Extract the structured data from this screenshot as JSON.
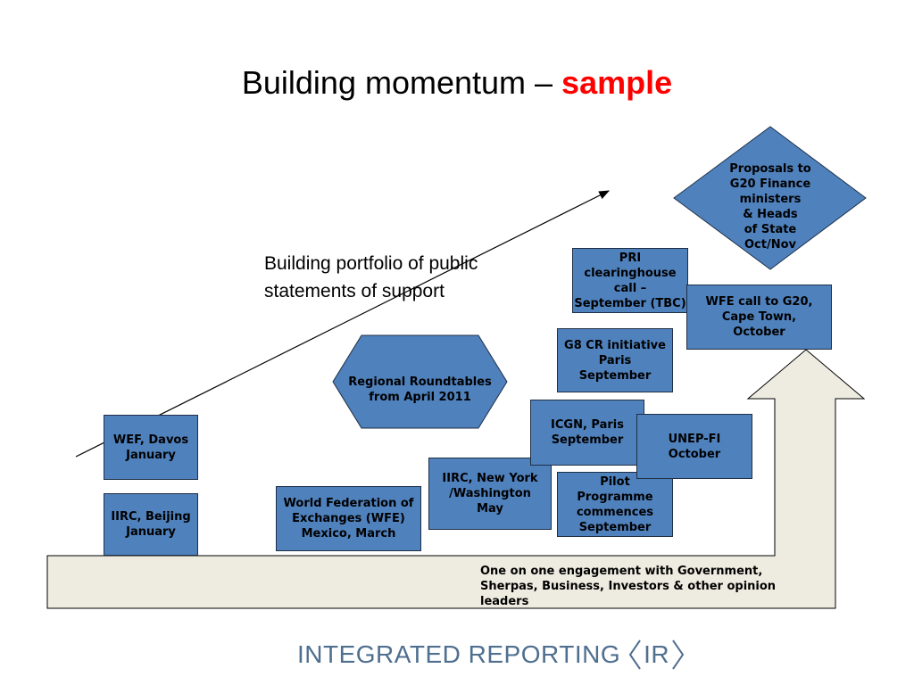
{
  "slide": {
    "title_main": "Building momentum – ",
    "title_accent": "sample",
    "accent_color": "#ff0000",
    "box_color": "#4f81bd",
    "arrow_fill": "#eeece1"
  },
  "diagram": {
    "portfolio_label": "Building portfolio of public\nstatements of support",
    "boxes": {
      "iirc_beijing": "IIRC, Beijing\nJanuary",
      "wef_davos": "WEF, Davos\nJanuary",
      "wfe_mexico": "World Federation of\nExchanges (WFE)\nMexico, March",
      "iirc_ny": "IIRC, New York\n/Washington\nMay",
      "icgn_paris": "ICGN, Paris\nSeptember",
      "pilot": "Pilot\nProgramme\ncommences\nSeptember",
      "unep_fi": "UNEP-FI\nOctober",
      "g8_cr": "G8 CR initiative\nParis\nSeptember",
      "pri": "PRI\nclearinghouse\ncall –\nSeptember (TBC)",
      "wfe_g20": "WFE call to G20,\nCape Town,\nOctober"
    },
    "hexagon_label": "Regional Roundtables\nfrom April 2011",
    "diamond_label": "Proposals to\nG20 Finance\nministers\n& Heads\nof State\nOct/Nov",
    "engagement_label": "One on one engagement  with Government, Sherpas, Business, Investors & other opinion leaders"
  },
  "footer": {
    "logo_text": "INTEGRATED REPORTING",
    "logo_mark": "IR"
  }
}
